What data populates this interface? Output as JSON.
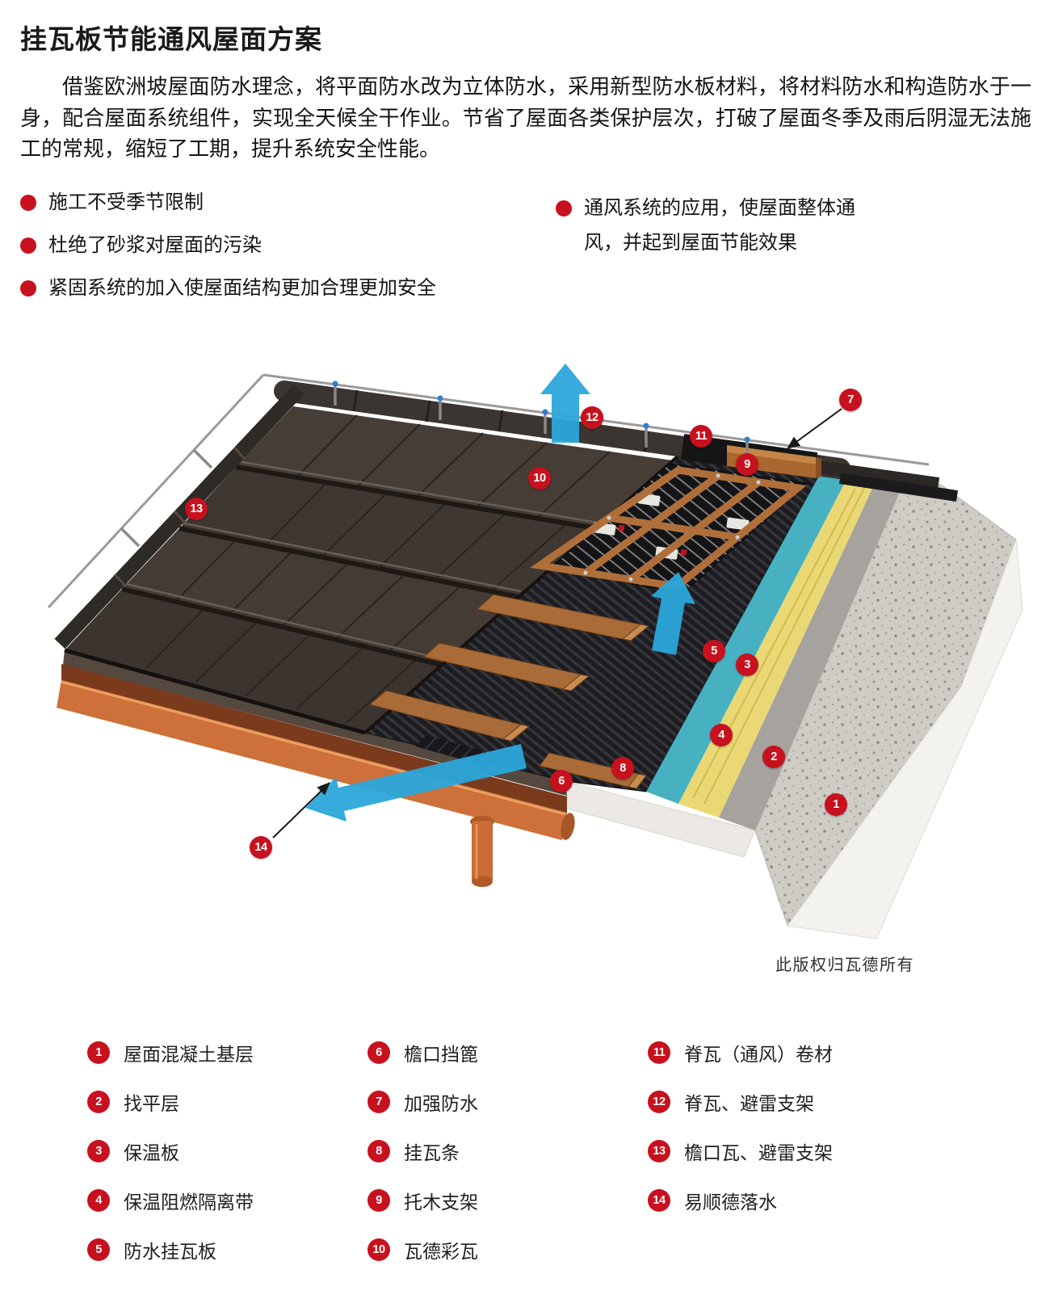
{
  "header": {
    "title": "挂瓦板节能通风屋面方案",
    "intro": "借鉴欧洲坡屋面防水理念，将平面防水改为立体防水，采用新型防水板材料，将材料防水和构造防水于一身，配合屋面系统组件，实现全天候全干作业。节省了屋面各类保护层次，打破了屋面冬季及雨后阴湿无法施工的常规，缩短了工期，提升系统安全性能。",
    "bullets_left": [
      "施工不受季节限制",
      "杜绝了砂浆对屋面的污染",
      "紧固系统的加入使屋面结构更加合理更加安全"
    ],
    "bullet_right": "通风系统的应用，使屋面整体通风，并起到屋面节能效果"
  },
  "diagram": {
    "copyright": "此版权归瓦德所有",
    "callouts": [
      "1",
      "2",
      "3",
      "4",
      "5",
      "6",
      "7",
      "8",
      "9",
      "10",
      "11",
      "12",
      "13",
      "14"
    ]
  },
  "legend": {
    "columns": [
      [
        {
          "num": "1",
          "label": "屋面混凝土基层"
        },
        {
          "num": "2",
          "label": "找平层"
        },
        {
          "num": "3",
          "label": "保温板"
        },
        {
          "num": "4",
          "label": "保温阻燃隔离带"
        },
        {
          "num": "5",
          "label": "防水挂瓦板"
        }
      ],
      [
        {
          "num": "6",
          "label": "檐口挡篦"
        },
        {
          "num": "7",
          "label": "加强防水"
        },
        {
          "num": "8",
          "label": "挂瓦条"
        },
        {
          "num": "9",
          "label": "托木支架"
        },
        {
          "num": "10",
          "label": "瓦德彩瓦"
        }
      ],
      [
        {
          "num": "11",
          "label": "脊瓦（通风）卷材"
        },
        {
          "num": "12",
          "label": "脊瓦、避雷支架"
        },
        {
          "num": "13",
          "label": "檐口瓦、避雷支架"
        },
        {
          "num": "14",
          "label": "易顺德落水"
        }
      ]
    ]
  },
  "colors": {
    "accent_red": "#c8111e",
    "arrow_blue": "#2ba7da",
    "insulation_cyan": "#47b1c2",
    "insulation_yellow": "#ead874",
    "gutter_copper": "#cd7039"
  }
}
